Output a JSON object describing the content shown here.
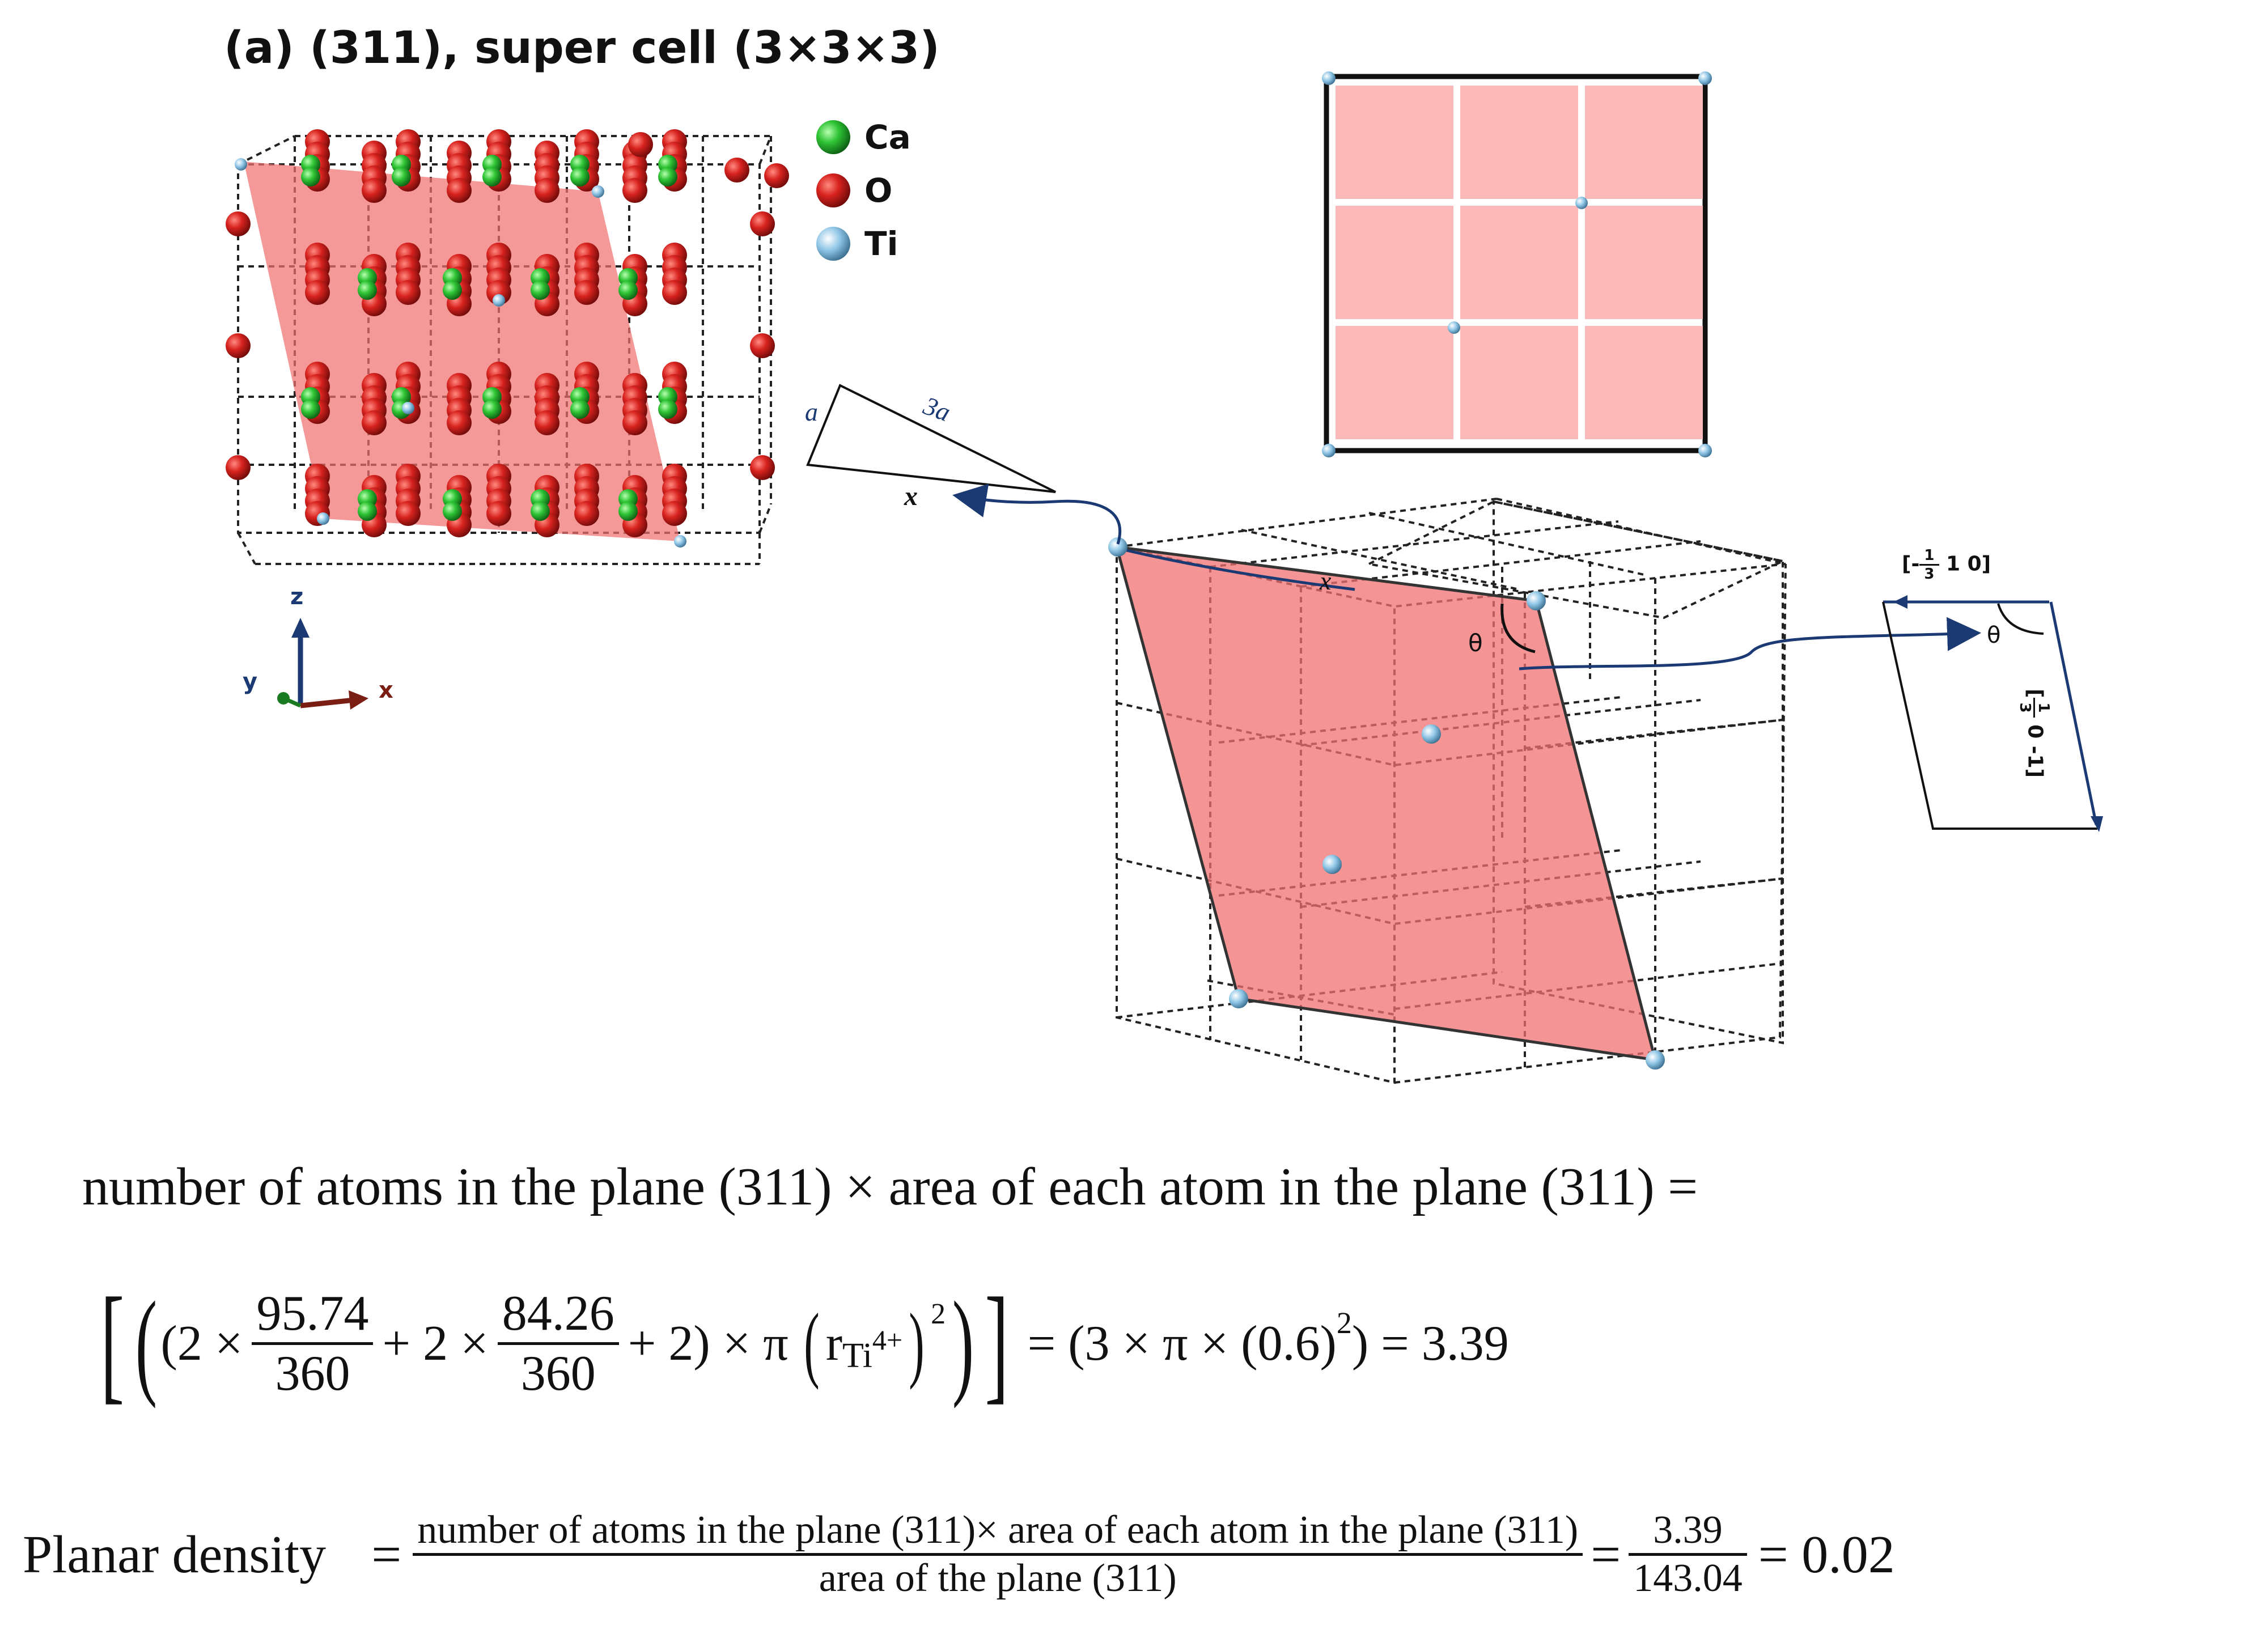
{
  "title": "(a) (311), super cell (3×3×3)",
  "legend": [
    {
      "label": "Ca",
      "color": "#22b14c"
    },
    {
      "label": "O",
      "color": "#c0201e"
    },
    {
      "label": "Ti",
      "color": "#7ab3d6"
    }
  ],
  "axes": {
    "z": "z",
    "y": "y",
    "x": "x"
  },
  "triangle": {
    "side_a": "a",
    "side_3a": "3a",
    "side_x": "x"
  },
  "plane_labels": {
    "x": "x",
    "theta": "θ"
  },
  "vector_sketch": {
    "top_prefix": "[-",
    "top_num": "1",
    "top_den": "3",
    "top_suffix": " 1 0]",
    "side_prefix": "[",
    "side_num": "1",
    "side_den": "3",
    "side_suffix": " 0 -1]",
    "theta": "θ"
  },
  "equation1": "number of atoms in the plane (311) × area of each atom in the plane (311) =",
  "equation2": {
    "open": "(2 ×",
    "f1_num": "95.74",
    "f1_den": "360",
    "mid": "+ 2 ×",
    "f2_num": "84.26",
    "f2_den": "360",
    "after": "+ 2) × π",
    "r": "r",
    "sub": "Ti",
    "sup_ion": "4+",
    "sq": "2",
    "result_prefix": "= (3 × π × (0.6)",
    "result_sq": "2",
    "result_suffix": ") = 3.39"
  },
  "equation3": {
    "label": "Planar density",
    "eq": "=",
    "num": "number of atoms in the plane (311)× area of each atom in the plane (311)",
    "den": "area of the plane (311)",
    "eq2": "=",
    "v_num": "3.39",
    "v_den": "143.04",
    "result": "= 0.02"
  }
}
